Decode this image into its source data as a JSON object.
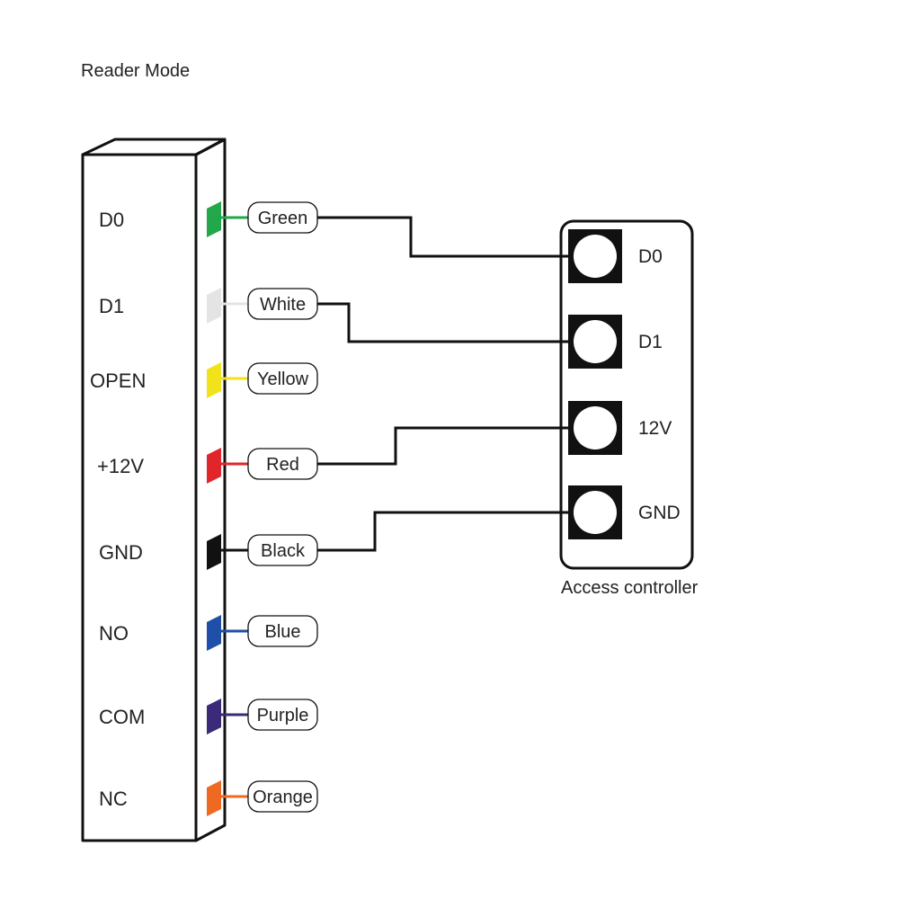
{
  "title": "Reader Mode",
  "reader_pins": [
    {
      "pin": "D0",
      "wire": "Green",
      "color": "#22a84a"
    },
    {
      "pin": "D1",
      "wire": "White",
      "color": "#e4e4e4"
    },
    {
      "pin": "OPEN",
      "wire": "Yellow",
      "color": "#f2e21a"
    },
    {
      "pin": "+12V",
      "wire": "Red",
      "color": "#e0262b"
    },
    {
      "pin": "GND",
      "wire": "Black",
      "color": "#111111"
    },
    {
      "pin": "NO",
      "wire": "Blue",
      "color": "#1f4fa8"
    },
    {
      "pin": "COM",
      "wire": "Purple",
      "color": "#3a2a78"
    },
    {
      "pin": "NC",
      "wire": "Orange",
      "color": "#ee6a22"
    }
  ],
  "controller": {
    "caption": "Access controller",
    "terminals": [
      "D0",
      "D1",
      "12V",
      "GND"
    ]
  },
  "connections": [
    {
      "from": "Green",
      "to": "D0"
    },
    {
      "from": "White",
      "to": "D1"
    },
    {
      "from": "Red",
      "to": "12V"
    },
    {
      "from": "Black",
      "to": "GND"
    }
  ]
}
